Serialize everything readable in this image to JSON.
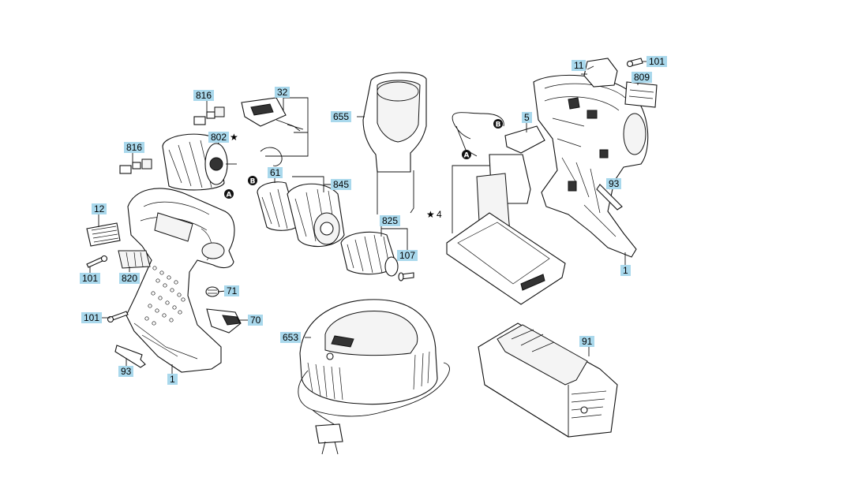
{
  "labels": {
    "p816a": "816",
    "p802": "802",
    "p32": "32",
    "p816b": "816",
    "p61": "61",
    "p845": "845",
    "p12": "12",
    "p825": "825",
    "p107": "107",
    "p101a": "101",
    "p820": "820",
    "p71": "71",
    "p101b": "101",
    "p70": "70",
    "p93a": "93",
    "p1a": "1",
    "p655": "655",
    "p653": "653",
    "p11": "11",
    "p101c": "101",
    "p809": "809",
    "p5": "5",
    "p93b": "93",
    "p4": "4",
    "p1b": "1",
    "p91": "91"
  },
  "marks": {
    "star_802": "★",
    "star_4": "★"
  },
  "badges": {
    "a1": "A",
    "b1": "B",
    "a2": "A",
    "b2": "B"
  },
  "colors": {
    "label_bg": "#a9d8ec",
    "line": "#111111"
  }
}
